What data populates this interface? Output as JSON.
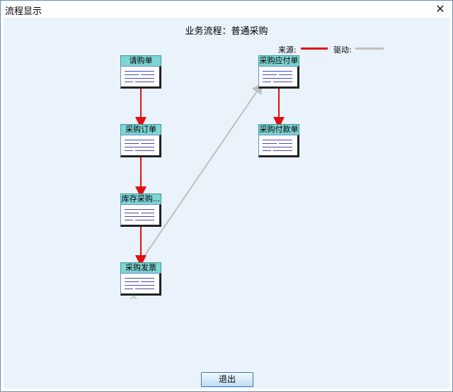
{
  "window": {
    "title": "流程显示",
    "close_glyph": "✕"
  },
  "flow": {
    "title": "业务流程：普通采购"
  },
  "legend": {
    "source_label": "来源:",
    "source_color": "#e01010",
    "drive_label": "驱动:",
    "drive_color": "#c0c0c0"
  },
  "nodes": [
    {
      "id": "requisition",
      "label": "请购单"
    },
    {
      "id": "purchase-order",
      "label": "采购订单"
    },
    {
      "id": "stock-receipt",
      "label": "库存采购..."
    },
    {
      "id": "purchase-invoice",
      "label": "采购发票"
    },
    {
      "id": "payable",
      "label": "采购应付单"
    },
    {
      "id": "payment",
      "label": "采购付款单"
    }
  ],
  "footer": {
    "exit_label": "退出"
  },
  "icons": {
    "close": "close-icon",
    "document": "document-icon",
    "scroll_up": "chevron-up-icon"
  }
}
